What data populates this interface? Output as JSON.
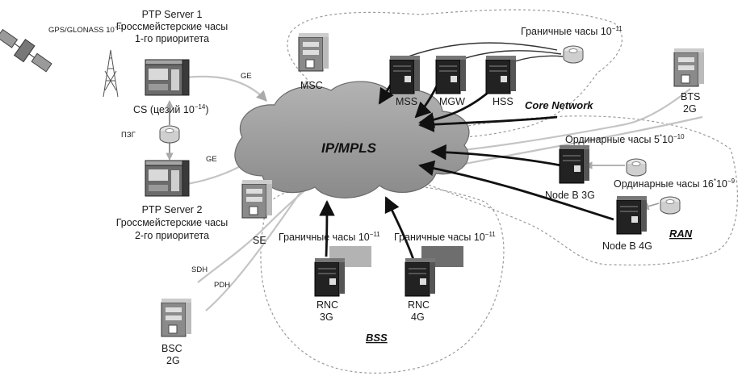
{
  "gnss": {
    "label": "GPS/GLONASS 10",
    "exp": "−11"
  },
  "ptp1": {
    "line1": "PTP Server 1",
    "line2": "Гроссмейстерские часы",
    "line3": "1-го приоритета"
  },
  "ptp2": {
    "line1": "PTP Server 2",
    "line2": "Гроссмейстерские часы",
    "line3": "2-го приоритета"
  },
  "cs": {
    "label": "CS (цезий 10",
    "exp": "−14",
    "tail": ")"
  },
  "pzg": "ПЗГ",
  "ge_top": "GE",
  "ge_bottom": "GE",
  "cloud": "IP/MPLS",
  "msc": "MSC",
  "mss": "MSS",
  "mgw": "MGW",
  "hss": "HSS",
  "core_network": "Core Network",
  "boundary_clock_core": {
    "label": "Граничные часы 10",
    "exp": "−11"
  },
  "bts": {
    "line1": "BTS",
    "line2": "2G"
  },
  "ordinary_clock_3g": {
    "label": "Ординарные часы 5",
    "mid": "*",
    "base": "10",
    "exp": "−10"
  },
  "ordinary_clock_4g": {
    "label": "Ординарные часы 16",
    "mid": "*",
    "base": "10",
    "exp": "−9"
  },
  "nodeb3g": "Node B 3G",
  "nodeb4g": "Node B 4G",
  "ran": "RAN",
  "se": "SE",
  "sdh": "SDH",
  "pdh": "PDH",
  "boundary_clock_rnc3g": {
    "label": "Граничные часы 10",
    "exp": "−11"
  },
  "boundary_clock_rnc4g": {
    "label": "Граничные часы 10",
    "exp": "−11"
  },
  "rnc3g": {
    "line1": "RNC",
    "line2": "3G"
  },
  "rnc4g": {
    "line1": "RNC",
    "line2": "4G"
  },
  "bsc": {
    "line1": "BSC",
    "line2": "2G"
  },
  "bss": "BSS",
  "colors": {
    "cloud": "#9c9c9c",
    "server": "#222222",
    "link": "#b8b8b8",
    "arrow": "#111111"
  }
}
